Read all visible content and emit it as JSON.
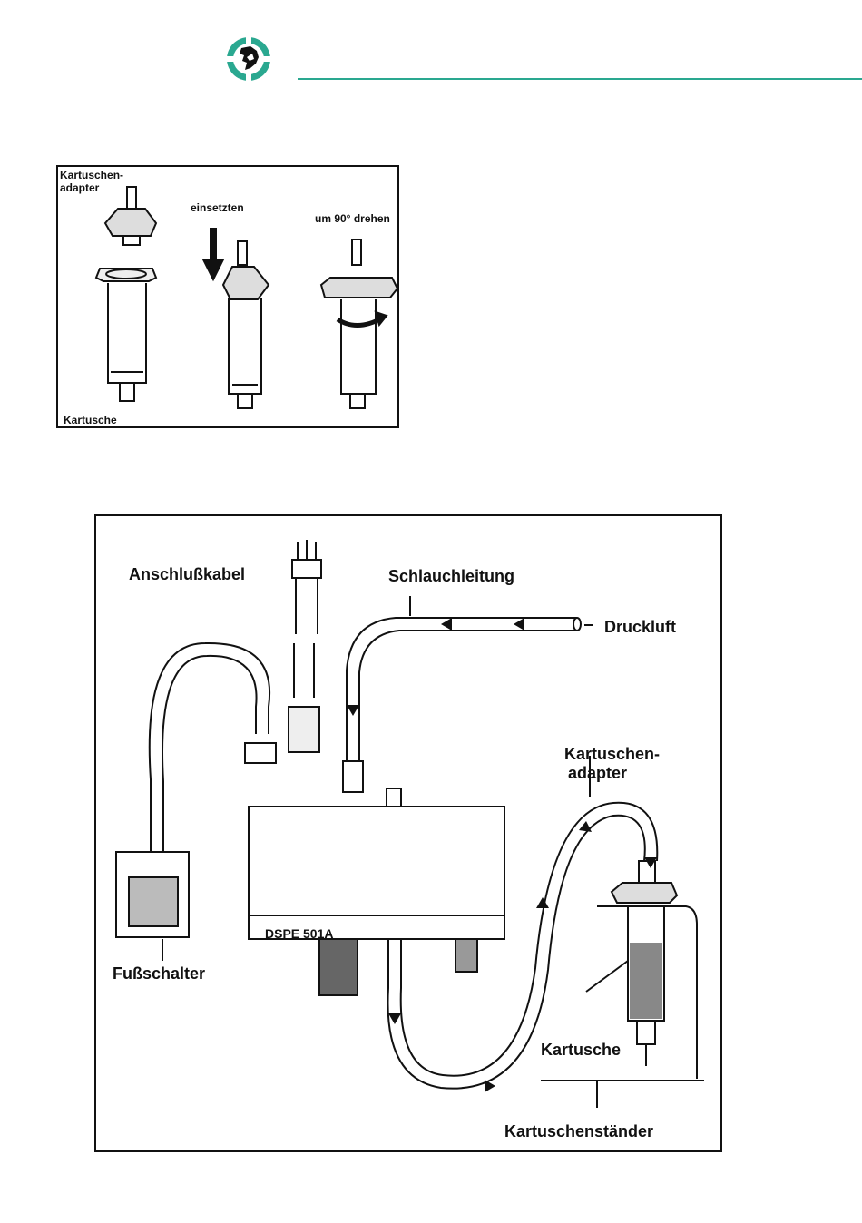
{
  "header": {
    "logo_icon": "company-logo-icon",
    "accent_color": "#2aa890"
  },
  "figure1": {
    "labels": {
      "adapter_line1": "Kartuschen-",
      "adapter_line2": "adapter",
      "insert": "einsetzten",
      "rotate": "um 90° drehen",
      "cartridge": "Kartusche"
    }
  },
  "figure2": {
    "labels": {
      "power_cable": "Anschlußkabel",
      "hose": "Schlauchleitung",
      "compressed_air": "Druckluft",
      "adapter_line1": "Kartuschen-",
      "adapter_line2": "adapter",
      "device_model": "DSPE 501A",
      "foot_switch": "Fußschalter",
      "cartridge": "Kartusche",
      "cartridge_stand": "Kartuschenständer"
    }
  }
}
